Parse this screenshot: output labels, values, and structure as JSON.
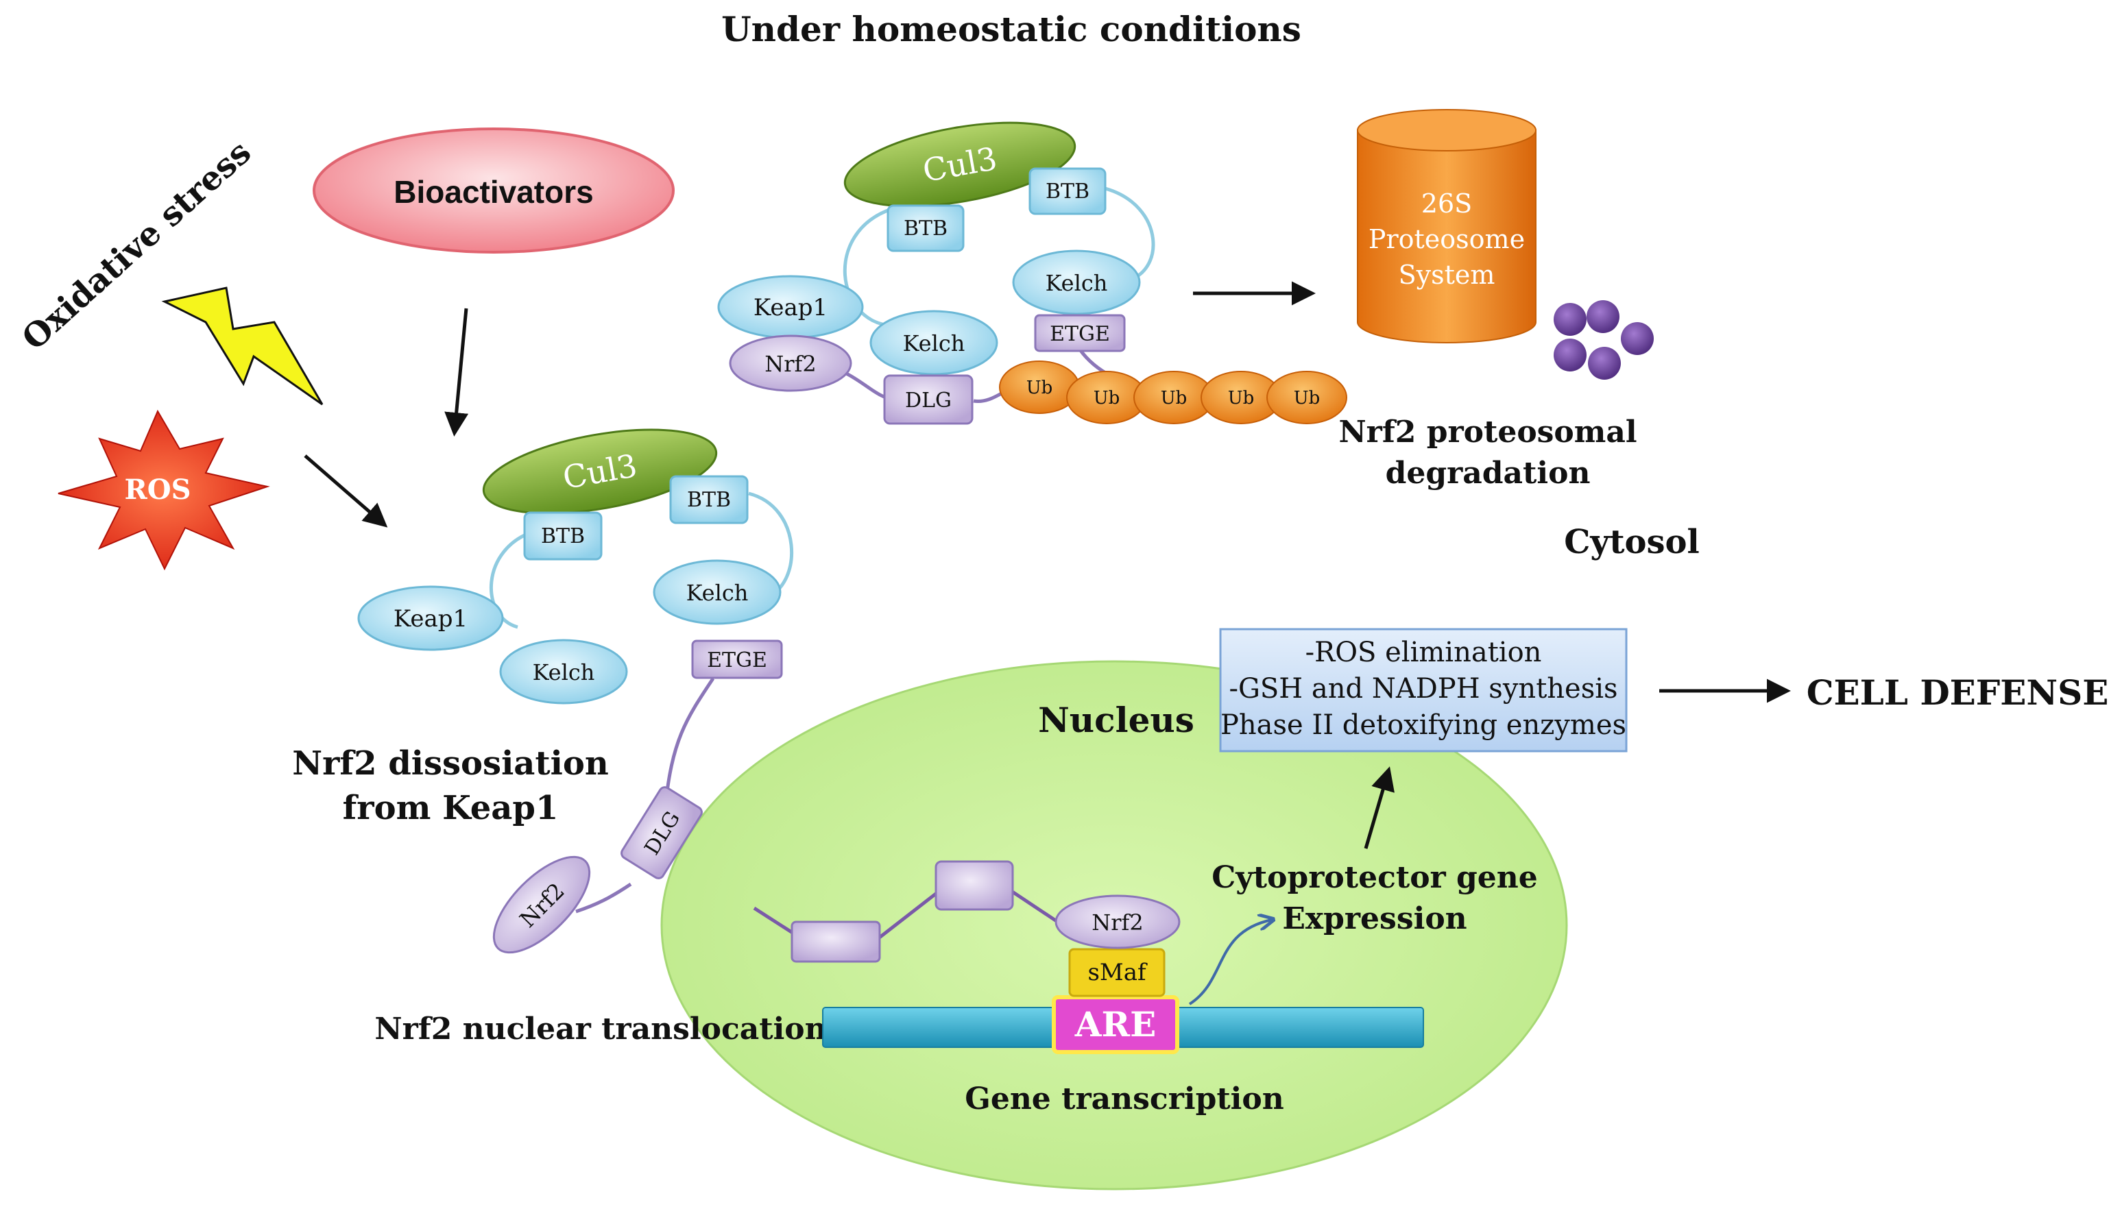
{
  "title": "Under  homeostatic conditions",
  "oxidative_stress": "Oxidative stress",
  "ros": "ROS",
  "bioactivators": "Bioactivators",
  "top_complex": {
    "cul3": "Cul3",
    "btb_left": "BTB",
    "btb_right": "BTB",
    "keap1": "Keap1",
    "kelch_left": "Kelch",
    "kelch_right": "Kelch",
    "etge": "ETGE",
    "nrf2": "Nrf2",
    "dlg": "DLG",
    "ub": [
      "Ub",
      "Ub",
      "Ub",
      "Ub",
      "Ub"
    ]
  },
  "proteasome": {
    "line1": "26S",
    "line2": "Proteosome",
    "line3": "System"
  },
  "degradation_line1": "Nrf2 proteosomal",
  "degradation_line2": "degradation",
  "cytosol": "Cytosol",
  "mid_complex": {
    "cul3": "Cul3",
    "btb_left": "BTB",
    "btb_right": "BTB",
    "keap1": "Keap1",
    "kelch_left": "Kelch",
    "kelch_right": "Kelch",
    "etge": "ETGE",
    "dlg": "DLG",
    "nrf2": "Nrf2"
  },
  "dissociation_line1": "Nrf2 dissosiation",
  "dissociation_line2": "from Keap1",
  "translocation": "Nrf2  nuclear translocation",
  "nucleus": "Nucleus",
  "nuclear_complex": {
    "nrf2": "Nrf2",
    "smaf": "sMaf",
    "are": "ARE"
  },
  "gene_transcription": "Gene transcription",
  "cytoprotector_line1": "Cytoprotector gene",
  "cytoprotector_line2": "Expression",
  "effects": [
    "-ROS elimination",
    "-GSH and NADPH synthesis",
    "Phase II detoxifying enzymes"
  ],
  "cell_defense": "CELL DEFENSE",
  "colors": {
    "cul3": "#7fae2e",
    "btb": "#a9dcee",
    "keap1": "#a9dcee",
    "nrf2": "#cdbfe0",
    "ub": "#f08a1c",
    "proteasome": "#f0861a",
    "spheres": "#6b3f9a",
    "nucleus": "#c9ef98",
    "dna": "#2aa9c7",
    "are": "#e040c8",
    "smaf": "#f1d21f",
    "ros": "#e8321e",
    "bolt": "#f2f01a",
    "bioactivators": "#f4a7ae",
    "effects_box": "#c5dcf5"
  }
}
